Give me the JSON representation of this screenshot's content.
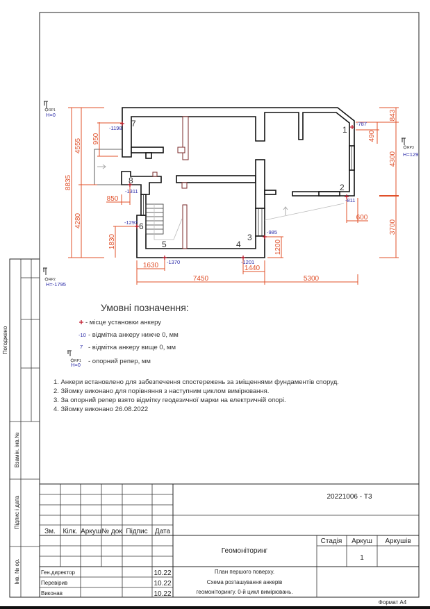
{
  "plan": {
    "rooms": [
      "1",
      "2",
      "3",
      "4",
      "5",
      "6",
      "7",
      "8"
    ],
    "anchors": [
      {
        "id": "1",
        "elevation": "-787"
      },
      {
        "id": "2",
        "elevation": "-811"
      },
      {
        "id": "3",
        "elevation": "-985"
      },
      {
        "id": "4",
        "elevation": "-1201"
      },
      {
        "id": "5",
        "elevation": "-1370"
      },
      {
        "id": "6",
        "elevation": "-1297"
      },
      {
        "id": "7",
        "elevation": "-1198"
      },
      {
        "id": "8",
        "elevation": "-1311"
      }
    ],
    "dimensions": {
      "total_left": "8835",
      "left_upper": "4555",
      "left_lower": "4280",
      "d950": "950",
      "d850": "850",
      "d1830": "1830",
      "d1630": "1630",
      "d7450": "7450",
      "d1440": "1440",
      "d5300": "5300",
      "d1200": "1200",
      "d600": "600",
      "d490": "490",
      "right_top": "843",
      "right_mid": "4300",
      "right_bottom": "3700"
    },
    "benchmarks": [
      {
        "name": "RP1",
        "height": "H=0"
      },
      {
        "name": "RP2",
        "height": "H=-1795"
      },
      {
        "name": "RP3",
        "height": "H=129"
      }
    ]
  },
  "legend": {
    "title": "Умовні позначення:",
    "items": [
      {
        "symbol": "+",
        "label": "- місце установки анкеру"
      },
      {
        "symbol": "-10",
        "label": "- відмітка анкеру нижче 0, мм"
      },
      {
        "symbol": "7",
        "label": "- відмітка анкеру вище 0, мм"
      },
      {
        "symbol": "RP1",
        "sub": "H=0",
        "label": "- опорний репер, мм"
      }
    ]
  },
  "notes": [
    "1. Анкери встановлено для забезпечення спостережень за зміщеннями фундаментів споруд.",
    "2. Зйомку виконано для порівняння з наступним циклом вимірювання.",
    "3. За опорний репер взято відмітку геодезичної марки на електричній опорі.",
    "4. Зйомку виконано 26.08.2022"
  ],
  "left_stamp": {
    "agreed": "Погоджено",
    "replace": "Взамін. інв.№",
    "sign_date": "Підпис і дата",
    "inv": "Інв. № ор."
  },
  "title_block": {
    "code": "20221006 - Т3",
    "headers": [
      "Зм.",
      "Кілк.",
      "Аркуш",
      "№ док",
      "Підпис",
      "Дата"
    ],
    "project": "Геомоніторинг",
    "stage_headers": [
      "Стадія",
      "Аркуш",
      "Аркушів"
    ],
    "stage": "",
    "sheet": "1",
    "sheets": "",
    "roles": [
      {
        "role": "Ген.директор",
        "date": "10.22"
      },
      {
        "role": "Перевірив",
        "date": "10.22"
      },
      {
        "role": "Виконав",
        "date": "10.22"
      }
    ],
    "description": [
      "План першого поверху.",
      "Схема розташування анкерів",
      "геомоніторингу. 0-й цикл вимірювань."
    ]
  },
  "format": "Формат А4",
  "colors": {
    "dimension": "#e0502a",
    "anchor": "#c0182a",
    "elevation": "#2b2ba8"
  }
}
